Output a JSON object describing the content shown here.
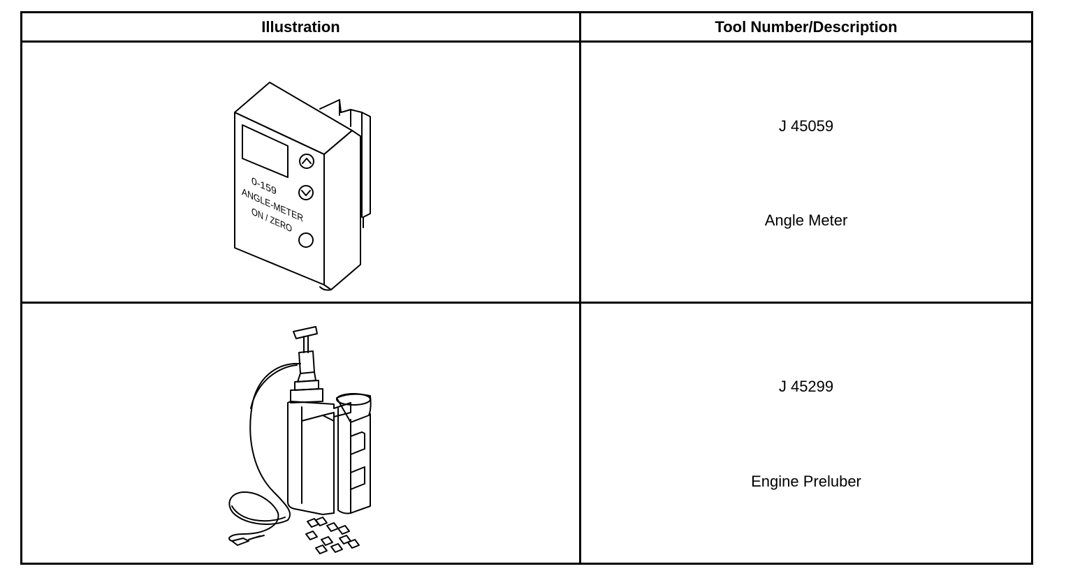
{
  "table": {
    "headers": {
      "illustration": "Illustration",
      "tool": "Tool Number/Description"
    },
    "rows": [
      {
        "tool_number": "J 45059",
        "description": "Angle Meter",
        "illustration": {
          "icon": "angle-meter-icon",
          "printed_text": [
            "0-159",
            "ANGLE-METER",
            "ON / ZERO"
          ]
        }
      },
      {
        "tool_number": "J 45299",
        "description": "Engine Preluber",
        "illustration": {
          "icon": "engine-preluber-icon"
        }
      }
    ]
  }
}
